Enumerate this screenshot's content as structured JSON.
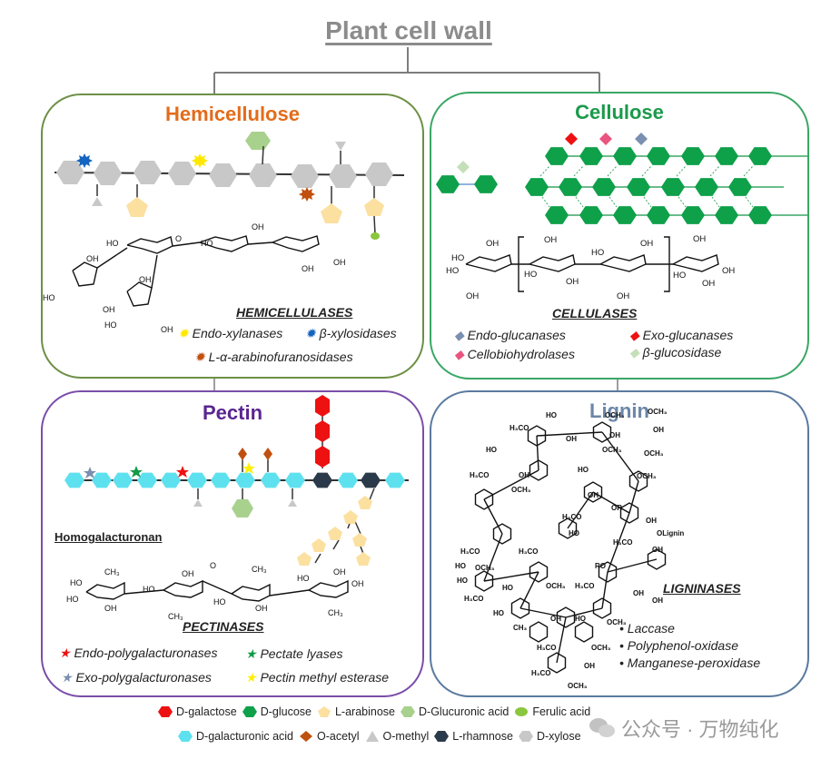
{
  "title": "Plant cell wall",
  "colors": {
    "title_gray": "#8c8c8c",
    "hemicellulose": "#e36c1b",
    "hemicellulose_border": "#6d8f45",
    "cellulose": "#1a9a4a",
    "cellulose_border": "#3aa765",
    "pectin": "#5b2592",
    "pectin_border": "#7a4ea8",
    "lignin": "#6b86a8",
    "lignin_border": "#5a7aa0"
  },
  "panels": {
    "hemicellulose": {
      "title": "Hemicellulose",
      "enzyme_heading": "HEMICELLULASES",
      "enzymes": [
        {
          "name": "Endo-xylanases",
          "icon": "yellow-star-icon",
          "color": "#ffe800"
        },
        {
          "name": "β-xylosidases",
          "icon": "blue-star-icon",
          "color": "#1565c0"
        },
        {
          "name": "L-α-arabinofuranosidases",
          "icon": "orange-star-icon",
          "color": "#c0500f"
        }
      ]
    },
    "cellulose": {
      "title": "Cellulose",
      "enzyme_heading": "CELLULASES",
      "enzymes": [
        {
          "name": "Endo-glucanases",
          "icon": "slate-diamond-icon",
          "color": "#7b8fb0"
        },
        {
          "name": "Exo-glucanases",
          "icon": "red-diamond-icon",
          "color": "#ee1111"
        },
        {
          "name": "Cellobiohydrolases",
          "icon": "pink-diamond-icon",
          "color": "#e9557f"
        },
        {
          "name": "β-glucosidase",
          "icon": "pale-green-diamond-icon",
          "color": "#c5dfb8"
        }
      ]
    },
    "pectin": {
      "title": "Pectin",
      "subtitle": "Homogalacturonan",
      "enzyme_heading": "PECTINASES",
      "enzymes": [
        {
          "name": "Endo-polygalacturonases",
          "icon": "red-star-icon",
          "color": "#ee1111"
        },
        {
          "name": "Pectate lyases",
          "icon": "green-star-icon",
          "color": "#129a48"
        },
        {
          "name": "Exo-polygalacturonases",
          "icon": "slate-star-icon",
          "color": "#7b8fb0"
        },
        {
          "name": "Pectin methyl esterase",
          "icon": "yellow-star-icon",
          "color": "#ffee00"
        }
      ]
    },
    "lignin": {
      "title": "Lignin",
      "enzyme_heading": "LIGNINASES",
      "enzymes": [
        {
          "name": "Laccase"
        },
        {
          "name": "Polyphenol-oxidase"
        },
        {
          "name": "Manganese-peroxidase"
        }
      ]
    }
  },
  "chem_labels": {
    "oh": "OH",
    "ho": "HO",
    "o": "O",
    "ch3": "CH₃",
    "och3": "OCH₃",
    "h3co": "H₃CO",
    "or": "OR",
    "ro": "RO",
    "olignin": "OLignin"
  },
  "legend": {
    "row1": [
      {
        "label": "D-galactose",
        "shape": "hexagon",
        "color": "#ee1111"
      },
      {
        "label": "D-glucose",
        "shape": "hexagon",
        "color": "#0fa04a"
      },
      {
        "label": "L-arabinose",
        "shape": "pentagon",
        "color": "#fbe0a0"
      },
      {
        "label": "D-Glucuronic acid",
        "shape": "hexagon",
        "color": "#a9d18e"
      },
      {
        "label": "Ferulic acid",
        "shape": "ellipse",
        "color": "#8cc63f"
      }
    ],
    "row2": [
      {
        "label": "D-galacturonic acid",
        "shape": "hexagon",
        "color": "#5ee1ef"
      },
      {
        "label": "O-acetyl",
        "shape": "diamond",
        "color": "#c0500f"
      },
      {
        "label": "O-methyl",
        "shape": "triangle",
        "color": "#c8c8c8"
      },
      {
        "label": "L-rhamnose",
        "shape": "hexagon",
        "color": "#2b3a4a"
      },
      {
        "label": "D-xylose",
        "shape": "hexagon",
        "color": "#c8c8c8"
      }
    ]
  },
  "watermark": "公众号 · 万物纯化"
}
